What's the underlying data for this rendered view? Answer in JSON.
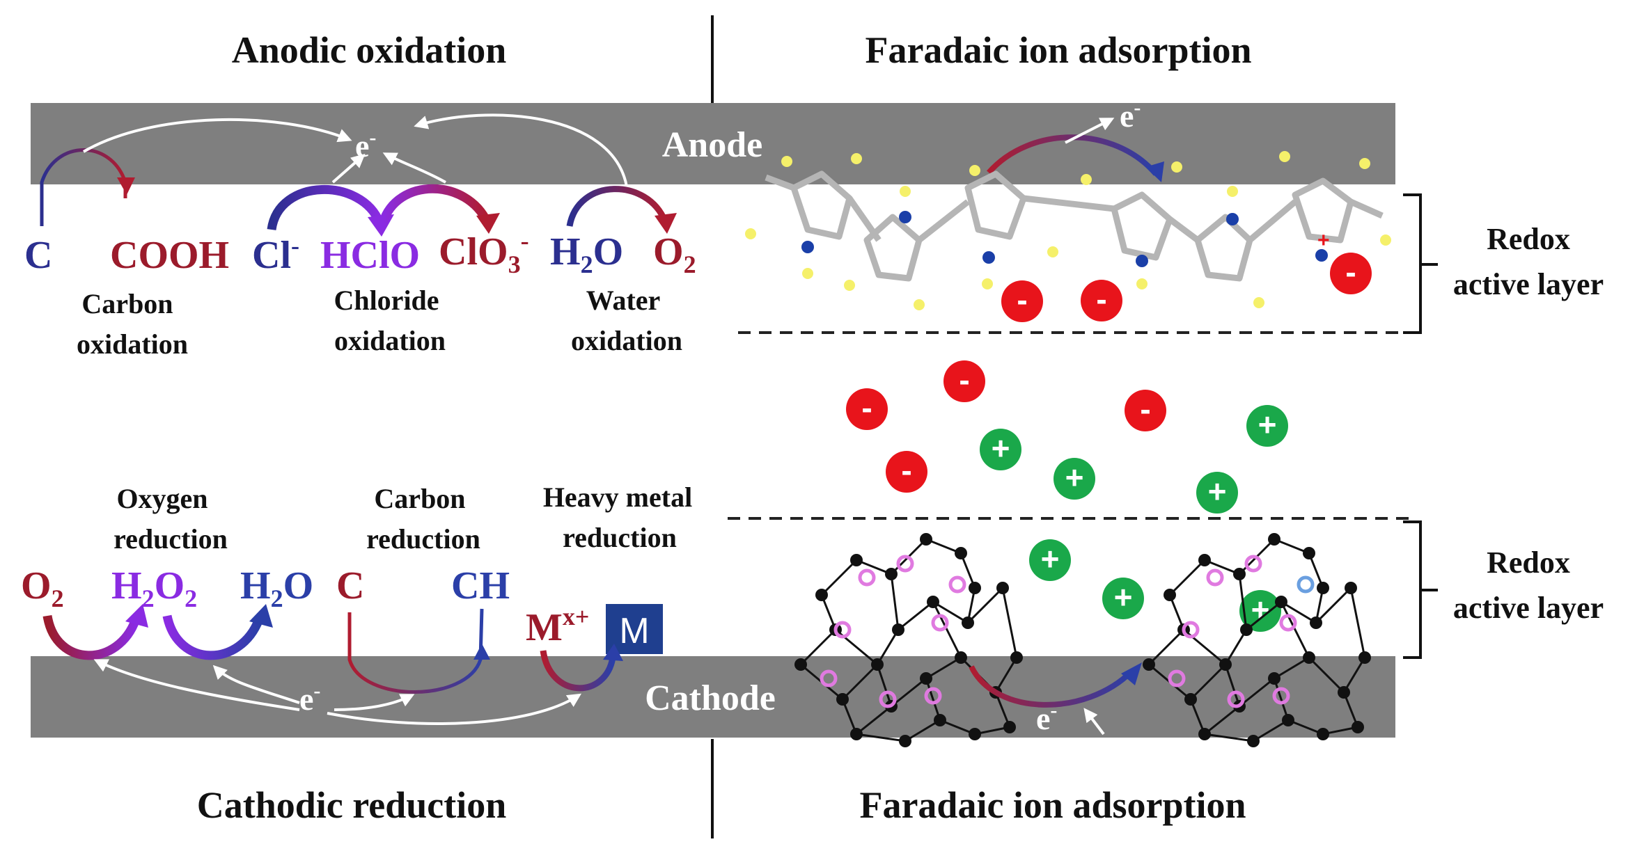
{
  "titles": {
    "anodic": "Anodic oxidation",
    "faradaic_top": "Faradaic ion adsorption",
    "cathodic": "Cathodic reduction",
    "faradaic_bottom": "Faradaic ion adsorption"
  },
  "electrodes": {
    "anode": "Anode",
    "cathode": "Cathode"
  },
  "electron": {
    "symbol": "e",
    "charge": "-"
  },
  "anode_species": {
    "c": "C",
    "cooh": "COOH",
    "cl": "Cl",
    "cl_charge": "-",
    "hclo": "HClO",
    "clo3": "ClO",
    "clo3_sub": "3",
    "clo3_charge": "-",
    "h2o_h": "H",
    "h2o_sub": "2",
    "h2o_o": "O",
    "o2_o": "O",
    "o2_sub": "2"
  },
  "anode_labels": {
    "carbon_1": "Carbon",
    "carbon_2": "oxidation",
    "chloride_1": "Chloride",
    "chloride_2": "oxidation",
    "water_1": "Water",
    "water_2": "oxidation"
  },
  "cathode_species": {
    "o2_o": "O",
    "o2_sub": "2",
    "h2o2_h": "H",
    "h2o2_sub1": "2",
    "h2o2_o": "O",
    "h2o2_sub2": "2",
    "h2o_h": "H",
    "h2o_sub": "2",
    "h2o_o": "O",
    "c": "C",
    "ch": "CH",
    "mx": "M",
    "mx_sup": "x+",
    "m": "M"
  },
  "cathode_labels": {
    "oxygen_1": "Oxygen",
    "oxygen_2": "reduction",
    "carbon_1": "Carbon",
    "carbon_2": "reduction",
    "metal_1": "Heavy metal",
    "metal_2": "reduction"
  },
  "redox_layer": {
    "line1": "Redox",
    "line2": "active layer"
  },
  "ions": {
    "anion_sign": "-",
    "cation_sign": "+",
    "polymer_charge": "+"
  },
  "colors": {
    "electrode_gray": "#7f7f7f",
    "blue": "#2b2f8f",
    "dark_red": "#9b1b2b",
    "purple": "#8a2be2",
    "anion_red": "#e8141b",
    "cation_green": "#1aa84a",
    "metal_box": "#1f3f8f",
    "pyrrole_gray": "#b5b5b5",
    "pyrrole_n": "#1a3fa8",
    "pyrrole_h": "#f5f06a",
    "pink_ring": "#e07ae0"
  }
}
